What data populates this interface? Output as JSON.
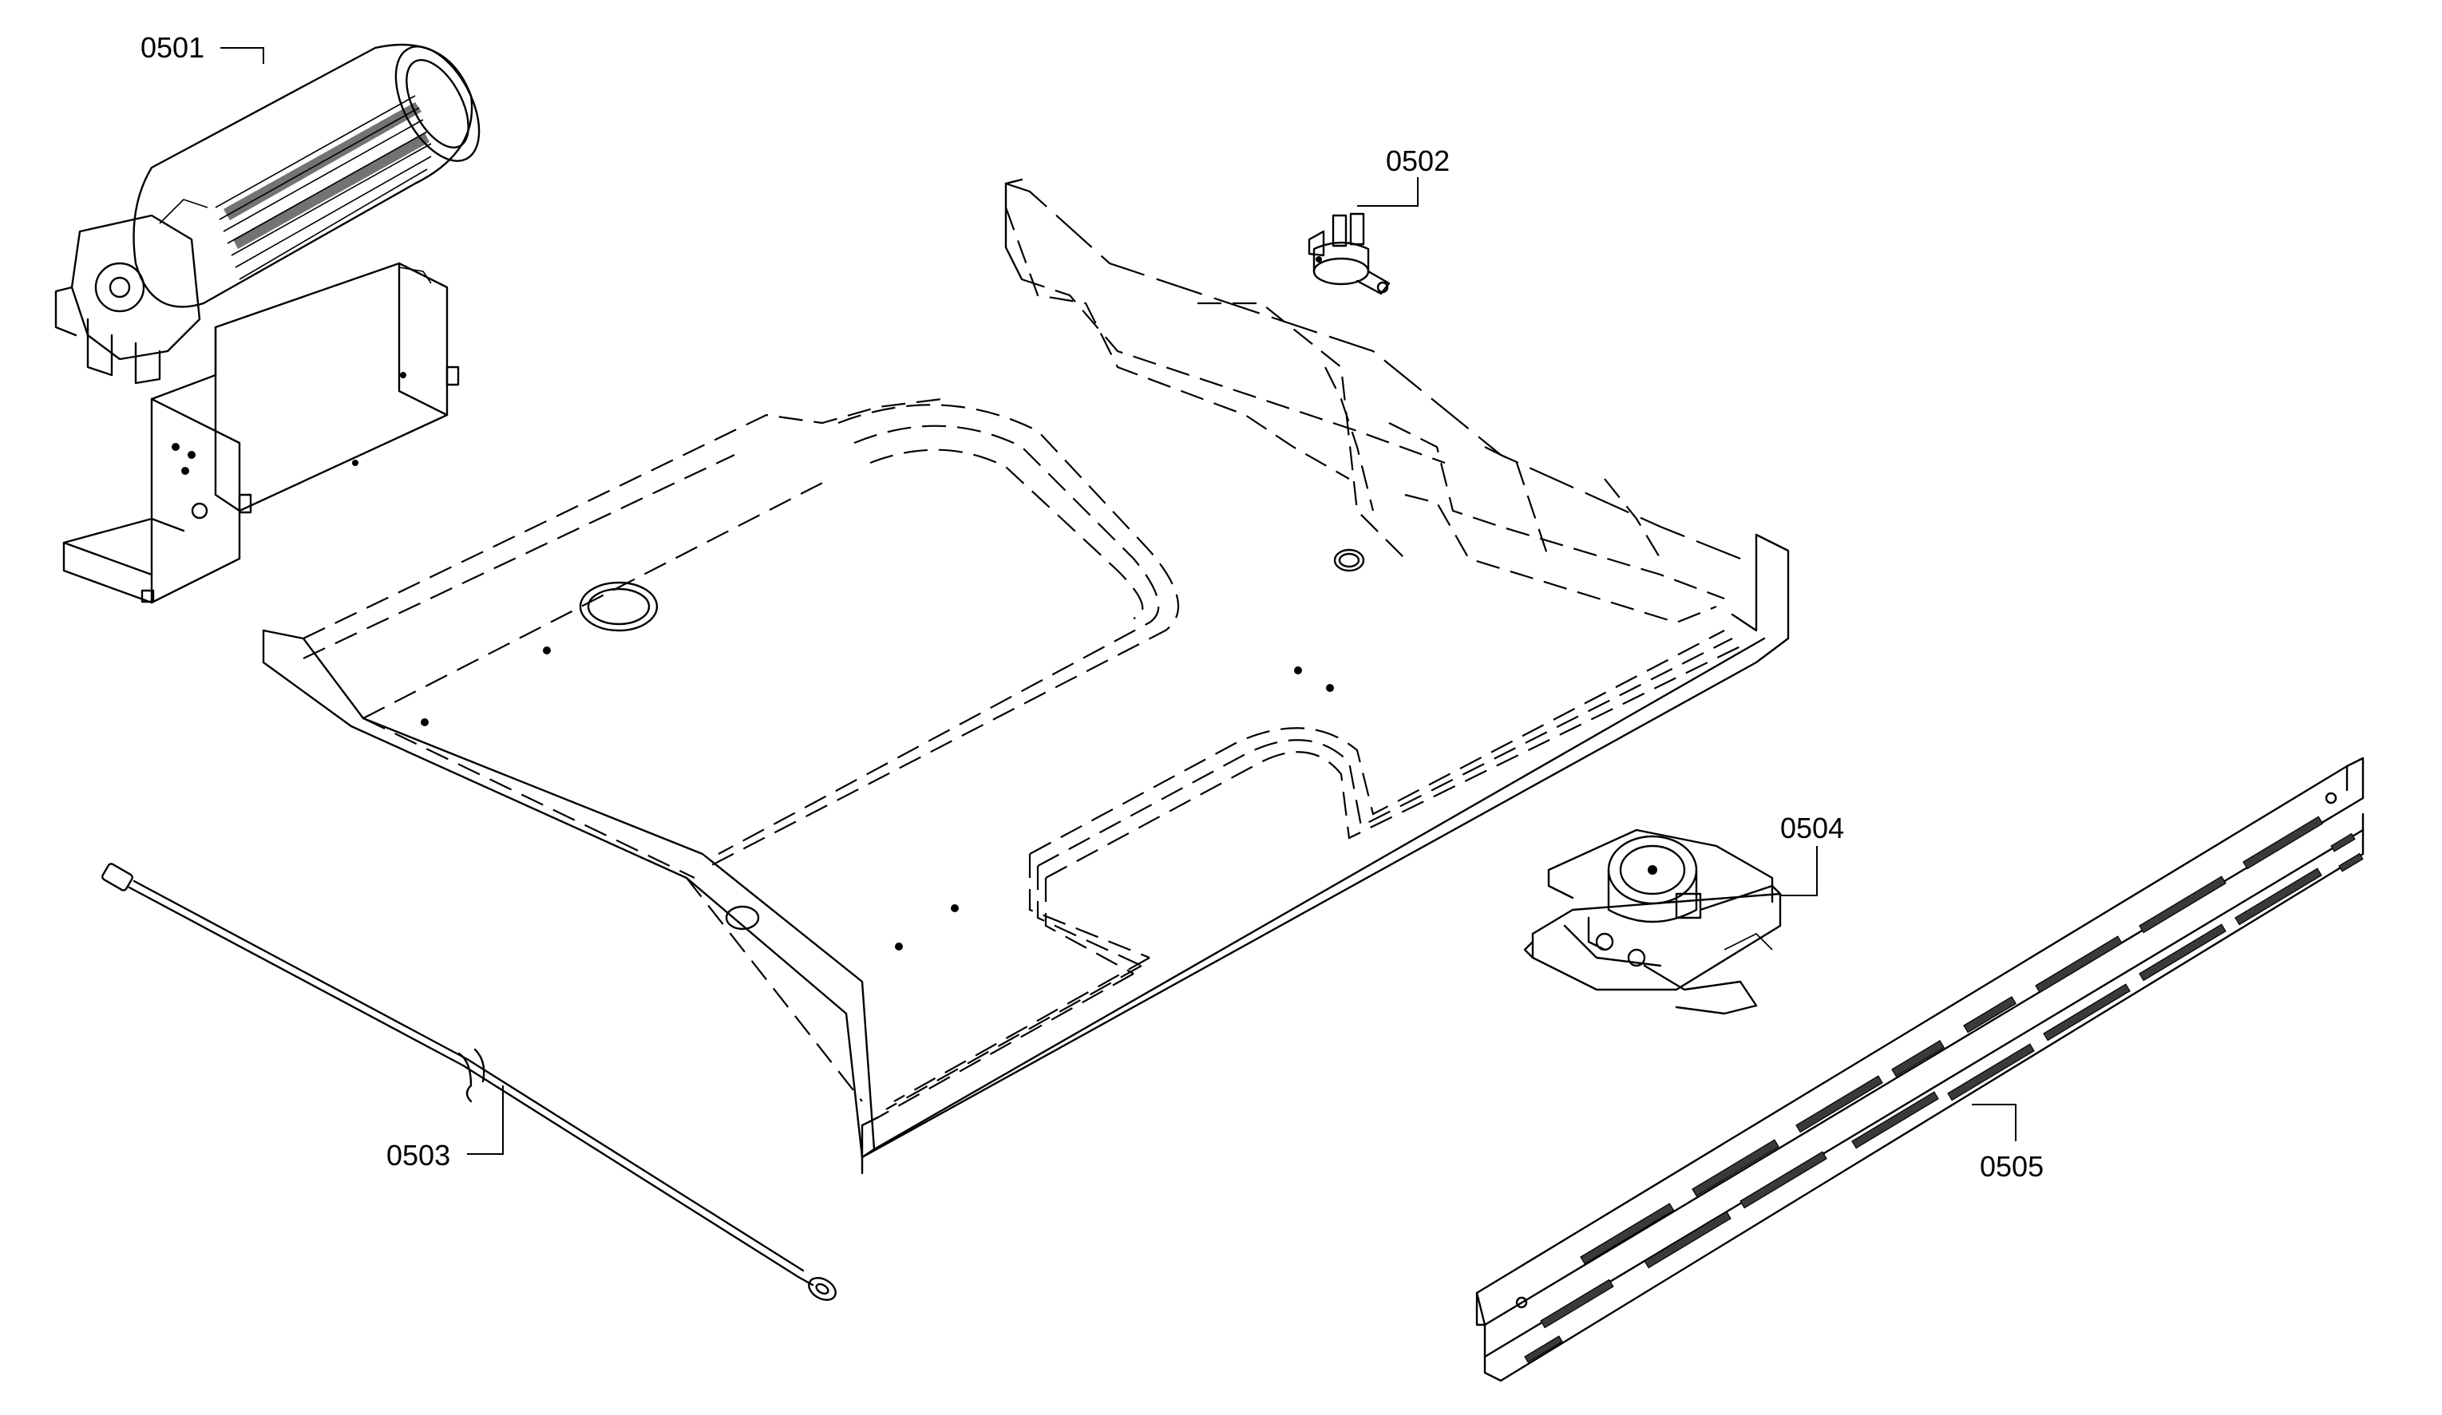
{
  "labels": {
    "part_0501": "0501",
    "part_0502": "0502",
    "part_0503": "0503",
    "part_0504": "0504",
    "part_0505": "0505"
  }
}
